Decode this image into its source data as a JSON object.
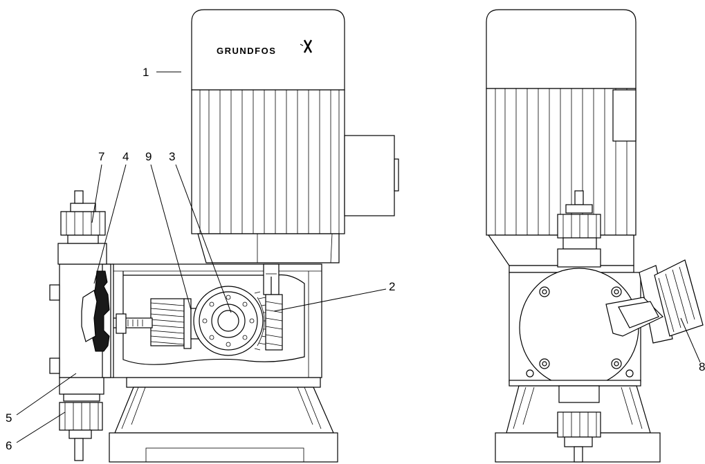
{
  "brand": {
    "name": "GRUNDFOS"
  },
  "callouts": {
    "c1": "1",
    "c2": "2",
    "c3": "3",
    "c4": "4",
    "c5": "5",
    "c6": "6",
    "c7": "7",
    "c8": "8",
    "c9": "9"
  }
}
